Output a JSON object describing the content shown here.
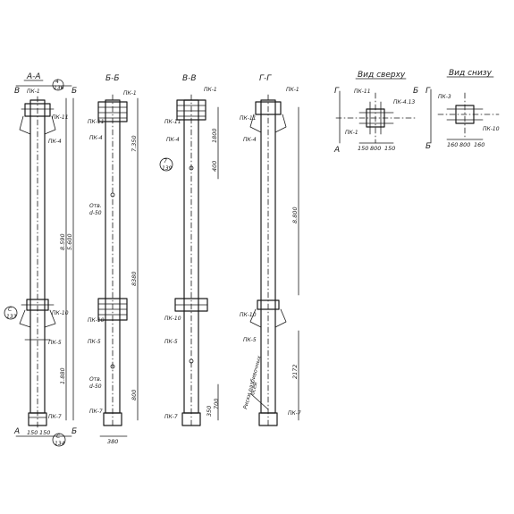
{
  "sections": [
    {
      "title": "Б-Б",
      "labels": {
        "top": "ПК-1",
        "a": "ПК-11",
        "b": "ПК-4",
        "c": "ПК-10",
        "d": "ПК-5",
        "e": "ПК-7"
      },
      "dims": [
        "7.350",
        "8380",
        "800",
        "380"
      ],
      "notes": [
        "Отв.",
        "d-50",
        "Отв.",
        "d-50"
      ]
    },
    {
      "title": "В-В",
      "labels": {
        "top": "ПК-1",
        "a": "ПК-11",
        "b": "ПК-4",
        "c": "ПК-10",
        "d": "ПК-5",
        "e": "ПК-7"
      },
      "dims": [
        "1800",
        "400",
        "350",
        "700"
      ],
      "callout": {
        "num": "7",
        "sheet": "139"
      }
    },
    {
      "title": "Г-Г",
      "labels": {
        "top": "ПК-1",
        "a": "ПК-11",
        "b": "ПК-4",
        "c": "ПК-10",
        "d": "ПК-5",
        "e": "ПК-7"
      },
      "dims": [
        "8.800",
        "2172"
      ],
      "notes": [
        "Риски разбивочных",
        "осей"
      ]
    }
  ],
  "main": {
    "title": "А-А",
    "left_marker": "В",
    "right_marker": "Б",
    "callout_top": {
      "num": "4",
      "sheet": "136"
    },
    "callout_mid": {
      "num": "С",
      "sheet": "133"
    },
    "callout_bot": {
      "num": "С",
      "sheet": "134"
    },
    "labels": {
      "top": "ПК-1",
      "a": "ПК-11",
      "b": "ПК-4",
      "c": "ПК-10",
      "d": "ПК-5",
      "e": "ПК-7"
    },
    "dims": [
      "8.590",
      "5.600",
      "1.880",
      "150",
      "150"
    ],
    "bottom_markers": [
      "А",
      "Б"
    ]
  },
  "views": {
    "top": {
      "title": "Вид сверху",
      "labels": [
        "ПК-11",
        "ПК-4.13",
        "ПК-1"
      ],
      "dims": [
        "150",
        "800",
        "150"
      ],
      "letters": [
        "Г",
        "А",
        "Б"
      ]
    },
    "bottom": {
      "title": "Вид снизу",
      "labels": [
        "ПК-3",
        "ПК-10"
      ],
      "dims": [
        "160",
        "800",
        "160"
      ],
      "letters": [
        "Г",
        "Б"
      ]
    }
  }
}
